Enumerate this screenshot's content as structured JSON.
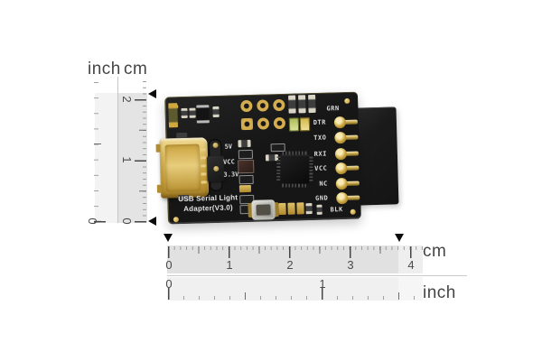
{
  "scene": "product photo of a USB serial adapter PCB shown with centimeter and inch scale rulers",
  "rulers": {
    "vertical": {
      "header_inch": "inch",
      "header_cm": "cm",
      "cm_marks": [
        "2",
        "1",
        "0"
      ],
      "inch_marks": [
        "0"
      ]
    },
    "horizontal": {
      "cm_marks": [
        "0",
        "1",
        "2",
        "3",
        "4"
      ],
      "inch_marks": [
        "0",
        "1"
      ],
      "unit_cm": "cm",
      "unit_inch": "inch"
    }
  },
  "board": {
    "title_line1": "USB Serial Light",
    "title_line2": "Adapter(V3.0)",
    "jumper_labels": [
      "5V",
      "VCC",
      "3.3V"
    ],
    "pin_labels": [
      "GRN",
      "DTR",
      "TXO",
      "RXI",
      "VCC",
      "NC",
      "GND",
      "BLK"
    ]
  },
  "colors": {
    "background": "#ffffff",
    "pcb": "#161616",
    "gold": "#c9a43c",
    "silkscreen": "#e4e4e4",
    "connector_black": "#1d1d1d",
    "ruler_band_dark": "#e1e1e1",
    "ruler_band_light": "#f0f0f0",
    "tick": "#474747",
    "marker": "#0c0c0c"
  }
}
